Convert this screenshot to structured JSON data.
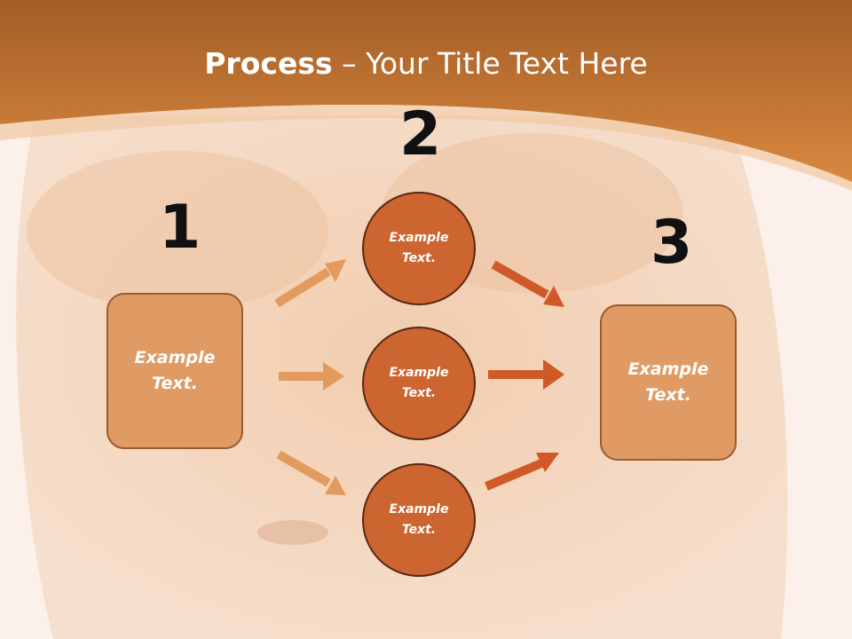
{
  "slide": {
    "title_bold": "Process",
    "title_dash": " – ",
    "title_rest": "Your Title Text Here",
    "colors": {
      "header_orange": "#c8722f",
      "box_fill": "#e09a63",
      "circle_fill": "#cc6530",
      "arrow_light": "#e39a5f",
      "arrow_dark": "#cf5a28"
    }
  },
  "steps": {
    "one": {
      "number": "1",
      "label": "Example\nText."
    },
    "two": {
      "number": "2",
      "circles": [
        {
          "label": "Example\nText."
        },
        {
          "label": "Example\nText."
        },
        {
          "label": "Example\nText."
        }
      ]
    },
    "three": {
      "number": "3",
      "label": "Example\nText."
    }
  }
}
